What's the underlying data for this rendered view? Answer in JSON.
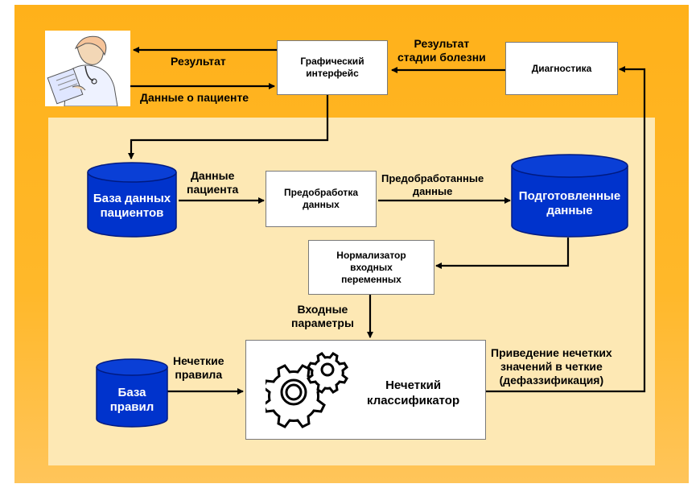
{
  "colors": {
    "outer": "#ffb11a",
    "inner": "#fde8b4",
    "db": "#0033cc",
    "line": "#000000"
  },
  "nodes": {
    "gui": "Графический\nинтерфейс",
    "diagnostics": "Диагностика",
    "preprocessing": "Предобработка\nданных",
    "normalizer": "Нормализатор\nвходных\nпеременных",
    "classifier": "Нечеткий\nклассификатор",
    "patient_db": "База данных\nпациентов",
    "prepared_data": "Подготовленные\nданные",
    "rules_db": "База\nправил"
  },
  "edges": {
    "result": "Результат",
    "patient_data": "Данные о пациенте",
    "stage_result": "Результат\nстадии болезни",
    "patient_data2": "Данные\nпациента",
    "preprocessed": "Предобработанные\nданные",
    "input_params": "Входные\nпараметры",
    "fuzzy_rules": "Нечеткие\nправила",
    "defuzz": "Приведение нечетких\nзначений в четкие\n(дефаззификация)"
  },
  "icons": {
    "doctor": "doctor-icon",
    "gears": "gears-icon"
  }
}
